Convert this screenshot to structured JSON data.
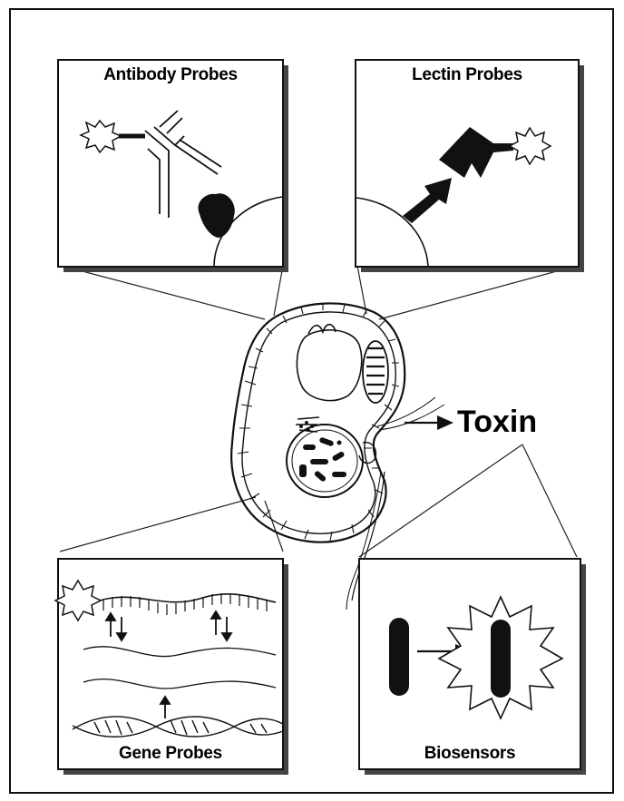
{
  "diagram": {
    "panels": {
      "antibody": {
        "label": "Antibody Probes"
      },
      "lectin": {
        "label": "Lectin Probes"
      },
      "gene": {
        "label": "Gene Probes"
      },
      "biosensor": {
        "label": "Biosensors"
      }
    },
    "toxin_label": "Toxin",
    "icons": [
      "star-icon",
      "antibody-icon",
      "antigen-icon",
      "lectin-icon",
      "arrow-icon",
      "cell-icon",
      "dna-helix-icon",
      "bacterium-icon"
    ]
  }
}
